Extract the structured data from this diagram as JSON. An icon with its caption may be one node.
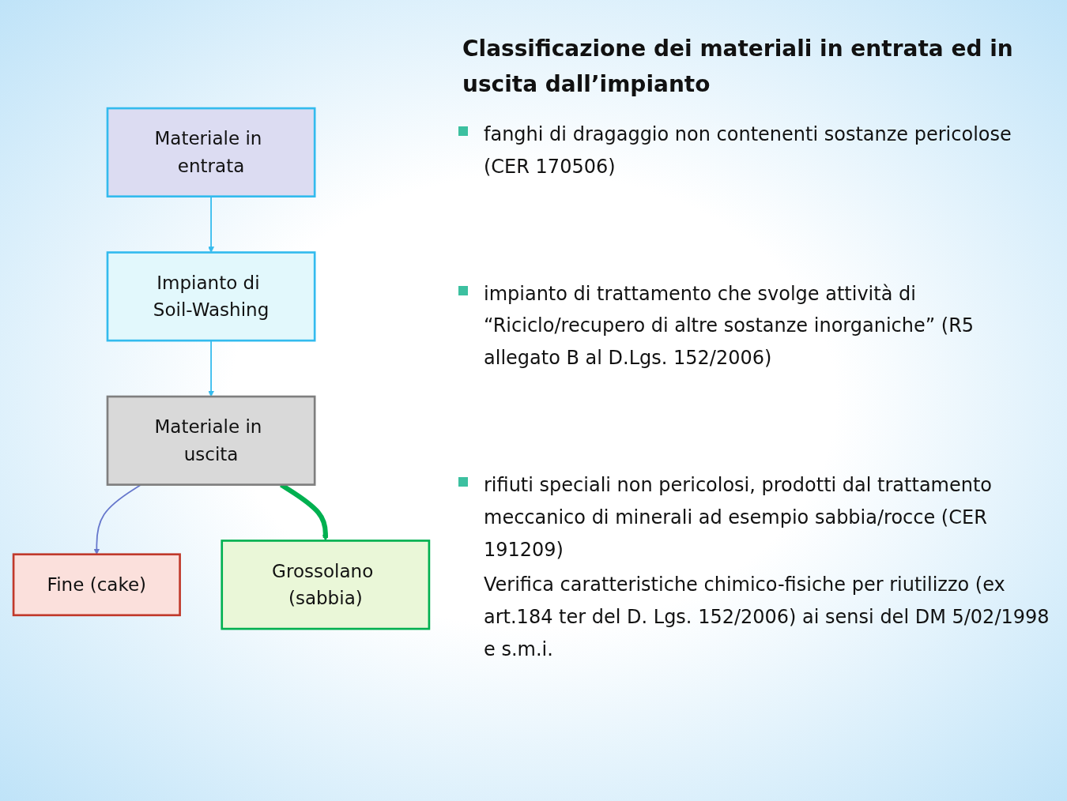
{
  "diagram": {
    "title": "Classificazione dei materiali in entrata ed in uscita dall’impianto",
    "nodes": [
      {
        "text": [
          "Materiale in entrata"
        ]
      },
      {
        "text": [
          "Impianto di Soil-Washing"
        ]
      },
      {
        "text": [
          "Materiale in uscita"
        ]
      },
      {
        "text": [
          "Fine (cake)"
        ]
      },
      {
        "text": [
          "Grossolano (sabbia)"
        ]
      }
    ],
    "edges": [
      {
        "from": 0,
        "to": 1,
        "arrow": "to"
      },
      {
        "from": 1,
        "to": 2,
        "arrow": "to"
      },
      {
        "from": 2,
        "to": 3,
        "arrow": "to",
        "color": "#6677cc"
      },
      {
        "from": 2,
        "to": 4,
        "arrow": "to",
        "style": "thick",
        "color": "#00b050"
      }
    ],
    "labels": [
      "fanghi di dragaggio non contenenti sostanze pericolose (CER 170506)",
      "impianto di trattamento che svolge attività di “Riciclo/recupero di altre sostanze inorganiche” (R5 allegato B al D.Lgs. 152/2006)",
      "rifiuti speciali non pericolosi, prodotti dal trattamento meccanico di minerali ad esempio sabbia/rocce (CER 191209)",
      "Verifica caratteristiche chimico-fisiche per riutilizzo (ex art.184 ter del D. Lgs. 152/2006) ai sensi del DM 5/02/1998 e s.m.i."
    ]
  }
}
